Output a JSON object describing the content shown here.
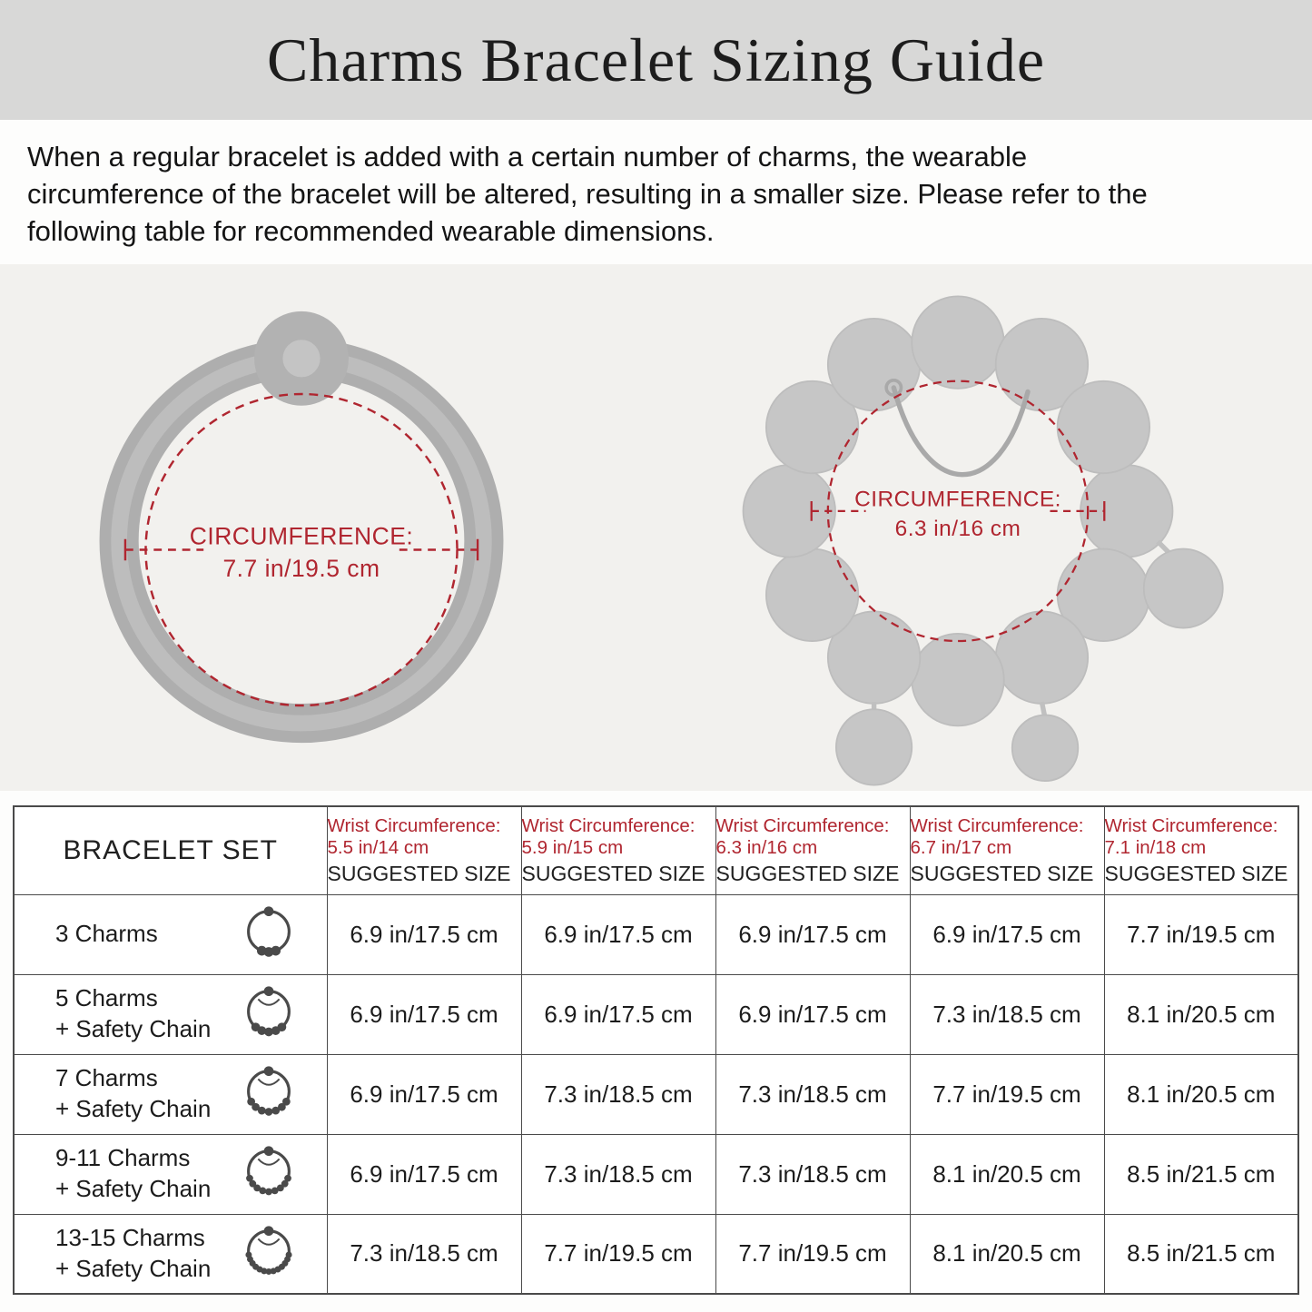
{
  "header": {
    "title": "Charms Bracelet Sizing Guide"
  },
  "intro": {
    "lines": [
      "When a regular bracelet is added with a certain number of charms, the wearable",
      "circumference of the bracelet will be altered, resulting in a smaller size. Please refer to the",
      "following table for recommended wearable dimensions."
    ]
  },
  "colors": {
    "accent_red": "#b02630",
    "banner_gray": "#d8d8d7",
    "diagram_bg": "#f2f1ee"
  },
  "diagrams": {
    "plain_bracelet": {
      "label_line1": "CIRCUMFERENCE:",
      "label_line2": "7.7 in/19.5 cm"
    },
    "charm_bracelet": {
      "label_line1": "CIRCUMFERENCE:",
      "label_line2": "6.3 in/16 cm"
    }
  },
  "table": {
    "first_header": "BRACELET SET",
    "wrist_label": "Wrist Circumference:",
    "suggested_label": "SUGGESTED SIZE",
    "columns": [
      {
        "circumference": "5.5 in/14 cm"
      },
      {
        "circumference": "5.9 in/15 cm"
      },
      {
        "circumference": "6.3 in/16 cm"
      },
      {
        "circumference": "6.7 in/17 cm"
      },
      {
        "circumference": "7.1 in/18 cm"
      }
    ],
    "rows": [
      {
        "label_line1": "3 Charms",
        "label_line2": "",
        "sizes": [
          "6.9 in/17.5 cm",
          "6.9 in/17.5 cm",
          "6.9 in/17.5 cm",
          "6.9 in/17.5 cm",
          "7.7 in/19.5 cm"
        ]
      },
      {
        "label_line1": "5 Charms",
        "label_line2": "+ Safety Chain",
        "sizes": [
          "6.9 in/17.5 cm",
          "6.9 in/17.5 cm",
          "6.9 in/17.5 cm",
          "7.3 in/18.5 cm",
          "8.1 in/20.5 cm"
        ]
      },
      {
        "label_line1": "7 Charms",
        "label_line2": "+ Safety Chain",
        "sizes": [
          "6.9 in/17.5 cm",
          "7.3 in/18.5 cm",
          "7.3 in/18.5 cm",
          "7.7 in/19.5 cm",
          "8.1 in/20.5 cm"
        ]
      },
      {
        "label_line1": "9-11 Charms",
        "label_line2": "+ Safety Chain",
        "sizes": [
          "6.9 in/17.5 cm",
          "7.3 in/18.5 cm",
          "7.3 in/18.5 cm",
          "8.1 in/20.5 cm",
          "8.5 in/21.5 cm"
        ]
      },
      {
        "label_line1": "13-15 Charms",
        "label_line2": "+ Safety Chain",
        "sizes": [
          "7.3 in/18.5 cm",
          "7.7 in/19.5 cm",
          "7.7 in/19.5 cm",
          "8.1 in/20.5 cm",
          "8.5 in/21.5 cm"
        ]
      }
    ]
  }
}
